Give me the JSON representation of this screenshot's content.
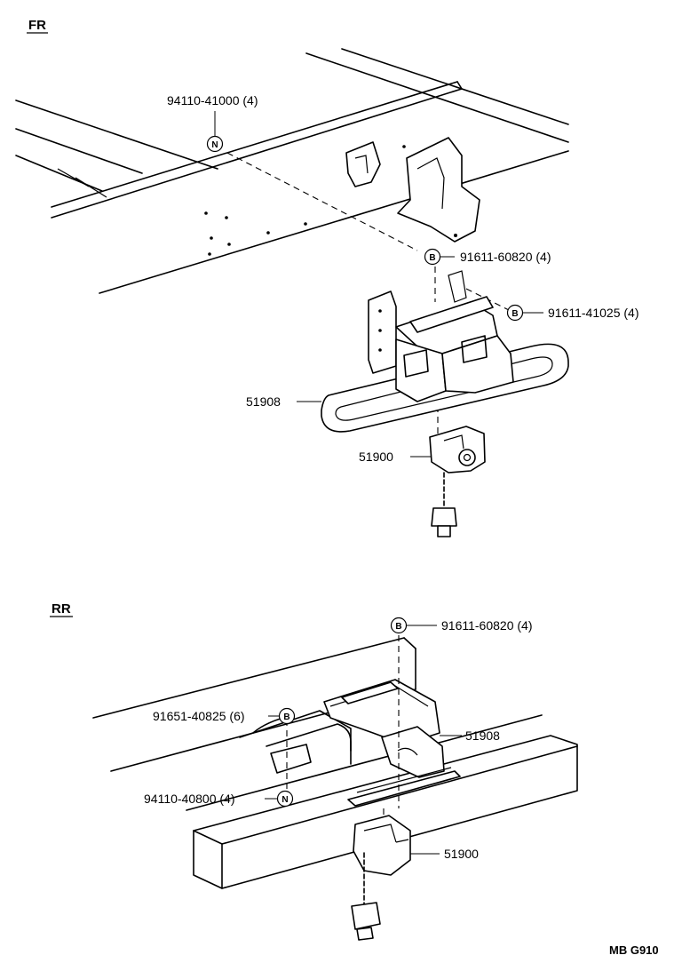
{
  "sections": {
    "front": "FR",
    "rear": "RR"
  },
  "symbols": {
    "nut": "N",
    "bolt": "B"
  },
  "front_labels": {
    "nut": "94110-41000 (4)",
    "bolt_upper": "91611-60820 (4)",
    "bolt_side": "91611-41025 (4)",
    "carrier": "51908",
    "hanger": "51900"
  },
  "rear_labels": {
    "bolt_top": "91611-60820 (4)",
    "bolt_left": "91651-40825 (6)",
    "carrier": "51908",
    "nut": "94110-40800 (4)",
    "hanger": "51900"
  },
  "diagram_code": "MB G910"
}
